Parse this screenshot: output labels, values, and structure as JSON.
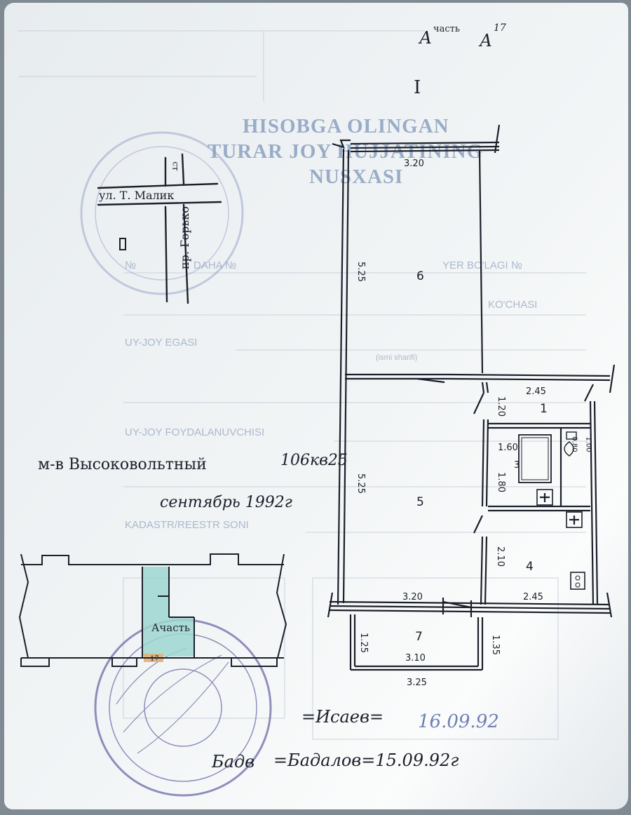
{
  "document": {
    "header": {
      "stamp_title_line1": "HISOBGA OLINGAN",
      "stamp_title_line2": "TURAR JOY HUJJATINING",
      "stamp_title_line3": "NUSXASI"
    },
    "form_labels": {
      "number": "№",
      "daha": "DAHA №",
      "yer": "YER BO'LAGI №",
      "kochasi": "KO'CHASI",
      "owner": "UY-JOY EGASI",
      "owner_hint": "(ismi sharifi)",
      "user": "UY-JOY FOYDALANUVCHISI",
      "cadastre": "KADASTR/REESTR SONI"
    },
    "handwritten": {
      "part": "Ачасть",
      "part_letter": "А",
      "part_number": "17",
      "roman": "I",
      "street_horizontal": "ул. Т. Малик",
      "street_vertical": "пр. Горько",
      "street_mark": "ст",
      "district": "м-в Высоковольтный",
      "address_num": "106кв25",
      "date_text": "сентябрь  1992г",
      "sig1": "=Исаев=",
      "sig1_date": "16.09.92",
      "sig2": "=Бадалов=15.09.92г",
      "plan_label": "Ачасть",
      "plan_flag": "17"
    },
    "rooms": {
      "r1": "1",
      "r3": "3",
      "r4": "4",
      "r5": "5",
      "r6": "6",
      "r7": "7"
    },
    "dimensions": {
      "top_width": "3.20",
      "room6_height": "5.25",
      "room5_height": "5.25",
      "hall_width": "2.45",
      "hall_height": "1.20",
      "bath_width": "1.60",
      "bath_height": "1.80",
      "wc_width": "0.80",
      "wc_height": "1.00",
      "kitchen_height": "2.10",
      "bottom_left": "3.20",
      "bottom_right": "2.45",
      "balcony_left": "1.25",
      "balcony_right": "1.35",
      "balcony_inner": "3.10",
      "balcony_outer": "3.25"
    },
    "colors": {
      "paper": "#eef2f4",
      "ink": "#1b1f2a",
      "stamp_blue": "#6f7fb5",
      "form_blue": "#7d96b9",
      "highlight": "#9fd6d0"
    }
  }
}
